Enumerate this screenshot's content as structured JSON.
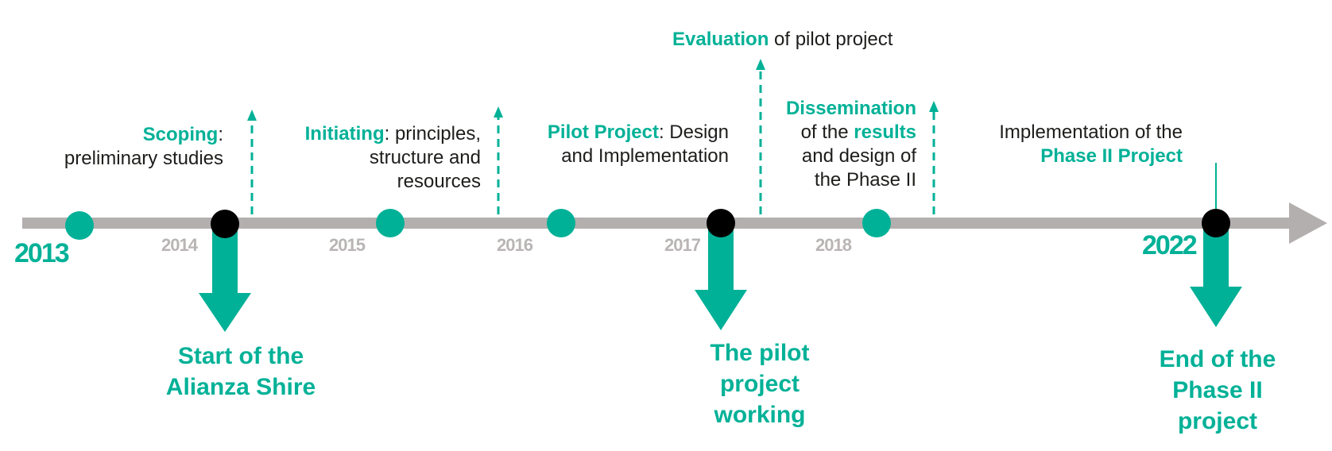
{
  "colors": {
    "accent": "#00b197",
    "axis": "#b3afae",
    "marker_dark": "#000000",
    "text": "#1d1d1b",
    "year_minor": "#b9b5b4"
  },
  "years": {
    "y2013": "2013",
    "y2014": "2014",
    "y2015": "2015",
    "y2016": "2016",
    "y2017": "2017",
    "y2018": "2018",
    "y2022": "2022"
  },
  "phases": {
    "scoping": {
      "bold": "Scoping",
      "after": ":",
      "line2": "preliminary studies"
    },
    "initiating": {
      "bold": "Initiating",
      "after": ": principles,",
      "line2": "structure and",
      "line3": "resources"
    },
    "pilot": {
      "bold": "Pilot Project",
      "after": ": Design",
      "line2": "and Implementation"
    },
    "evaluation": {
      "bold": "Evaluation",
      "after": " of pilot project"
    },
    "dissemination": {
      "line1": "Dissemination",
      "pre": "of the ",
      "bold": "results",
      "line3": "and design of",
      "line4": "the Phase II"
    },
    "implementation": {
      "line1": "Implementation of the",
      "bold": "Phase II Project"
    }
  },
  "milestones": {
    "start": {
      "line1": "Start of the",
      "line2": "Alianza Shire"
    },
    "pilot_working": {
      "line1": "The pilot",
      "line2": "project",
      "line3": "working"
    },
    "end": {
      "line1": "End of the",
      "line2": "Phase II",
      "line3": "project"
    }
  }
}
